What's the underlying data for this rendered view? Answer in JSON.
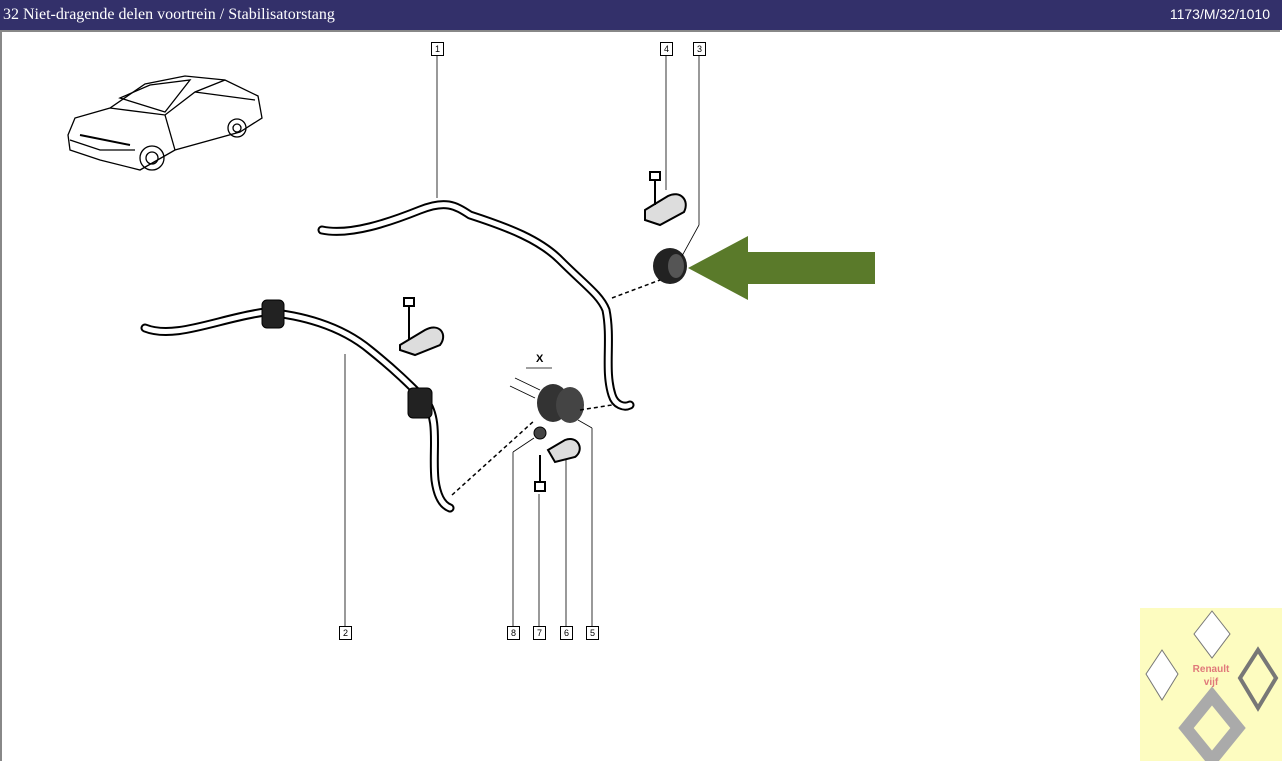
{
  "header": {
    "title": "32 Niet-dragende delen voortrein / Stabilisatorstang",
    "reference": "1173/M/32/1010"
  },
  "diagram": {
    "callouts": [
      "1",
      "2",
      "3",
      "4",
      "5",
      "6",
      "7",
      "8"
    ],
    "dimension_label": "X",
    "highlight_arrow_color": "#5a7a2a"
  },
  "logo": {
    "line1": "Renault",
    "line2": "vijf",
    "background": "#fdfcc0"
  }
}
